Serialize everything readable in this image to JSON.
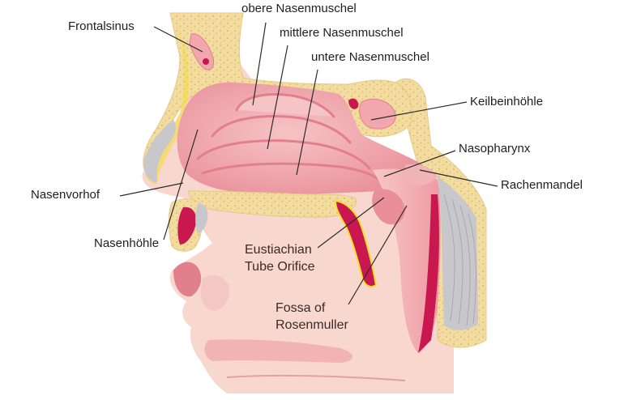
{
  "labels": {
    "frontalsinus": "Frontalsinus",
    "obere_nasenmuschel": "obere Nasenmuschel",
    "mittlere_nasenmuschel": "mittlere Nasenmuschel",
    "untere_nasenmuschel": "untere Nasenmuschel",
    "keilbeinhoehle": "Keilbeinhöhle",
    "nasopharynx": "Nasopharynx",
    "rachenmandel": "Rachenmandel",
    "nasenvorhof": "Nasenvorhof",
    "nasenhoehle": "Nasenhöhle",
    "eustachian_line1": "Eustiachian",
    "eustachian_line2": "Tube Orifice",
    "fossa_line1": "Fossa of",
    "fossa_line2": "Rosenmuller"
  },
  "colors": {
    "bone": "#f3dca0",
    "bone_dots": "#d9b866",
    "skin": "#f8d7cf",
    "mucosa": "#f1a7ad",
    "mucosa_dark": "#e27f8d",
    "cartilage": "#c9174f",
    "fat_yellow": "#f4df2a",
    "grey_tissue": "#c8c8cc",
    "leader_line": "#2b2b2b"
  }
}
